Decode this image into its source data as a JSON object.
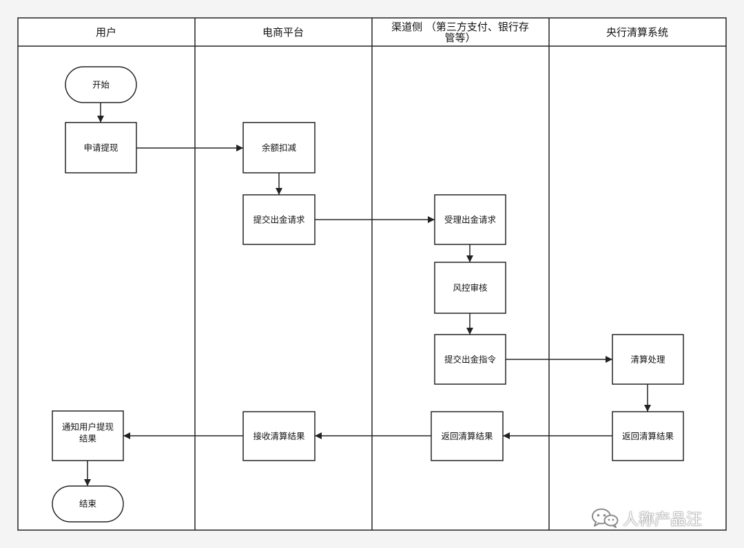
{
  "lanes": [
    "用户",
    "电商平台",
    "渠道侧 （第三方支付、银行存管等）",
    "央行清算系统"
  ],
  "nodes": {
    "start": "开始",
    "apply": "申请提现",
    "deduct": "余额扣减",
    "submit_request": "提交出金请求",
    "accept": "受理出金请求",
    "risk": "风控审核",
    "submit_order": "提交出金指令",
    "clearing": "清算处理",
    "return_clearing": "返回清算结果",
    "channel_return": "返回清算结果",
    "receive": "接收清算结果",
    "notify": "通知用户提现结果",
    "end": "结束"
  },
  "watermark": {
    "text": "人称产品汪",
    "icon": "wechat-icon"
  }
}
